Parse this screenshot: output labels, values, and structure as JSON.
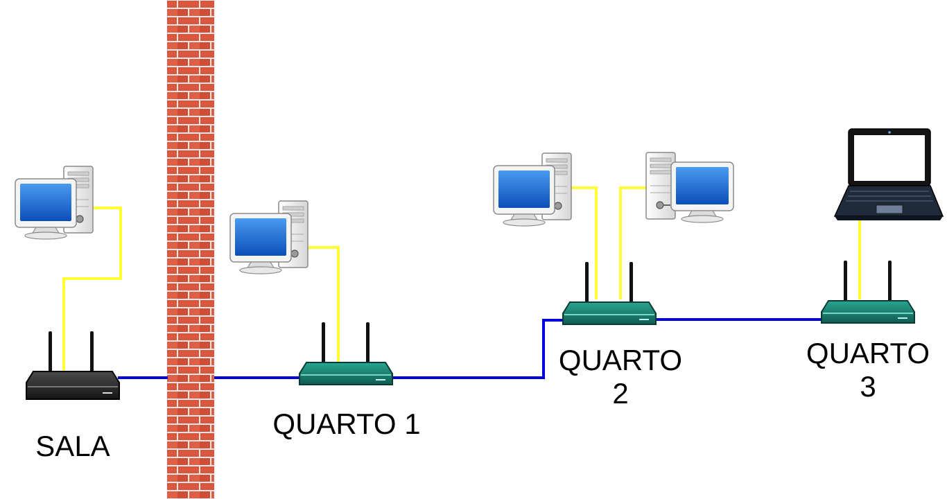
{
  "colors": {
    "background": "#ffffff",
    "ethernet_cable": "#ffff33",
    "link_cable": "#0000dd",
    "wall_brick": "#d9563f",
    "wall_mortar": "#f2eee8",
    "router_main": "#2b2b2b",
    "router_repeater": "#1a7a6a",
    "monitor_screen": "#1c66d6",
    "case_body": "#f0f0f0"
  },
  "icons": {
    "wall": "brick-wall-icon",
    "main_router": "wifi-router-icon",
    "repeater": "wifi-repeater-icon",
    "desktop": "desktop-computer-icon",
    "laptop": "laptop-icon"
  },
  "labels": {
    "sala": "SALA",
    "quarto1": "QUARTO 1",
    "quarto2_line1": "QUARTO",
    "quarto2_line2": "2",
    "quarto3_line1": "QUARTO",
    "quarto3_line2": "3"
  }
}
